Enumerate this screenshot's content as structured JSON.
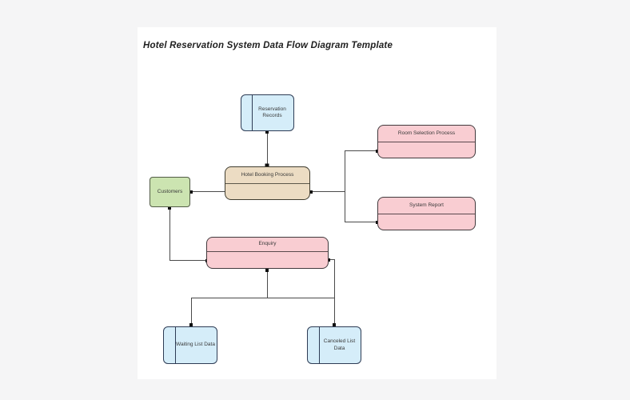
{
  "title": "Hotel Reservation System Data Flow Diagram Template",
  "page": {
    "background_color": "#f5f5f6",
    "canvas_color": "#ffffff",
    "connector_color": "#4a4a4a",
    "endpoint_marker_color": "#101010",
    "title_color": "#202020",
    "label_color": "#3a3a3a"
  },
  "diagram": {
    "nodes": [
      {
        "id": "reservation-records",
        "label": "Reservation Records",
        "shape": "data-store",
        "fill": "#d5edf9",
        "border": "#2e3c55"
      },
      {
        "id": "room-selection-process",
        "label": "Room Selection Process",
        "shape": "process",
        "fill": "#f9cdd2",
        "border": "#423a3d"
      },
      {
        "id": "hotel-booking-process",
        "label": "Hotel Booking Process",
        "shape": "process",
        "fill": "#ecdcc3",
        "border": "#403d30"
      },
      {
        "id": "customers",
        "label": "Customers",
        "shape": "external-entity",
        "fill": "#cce4b1",
        "border": "#525c46"
      },
      {
        "id": "system-report",
        "label": "System Report",
        "shape": "process",
        "fill": "#f9cdd2",
        "border": "#423a3d"
      },
      {
        "id": "enquiry",
        "label": "Enquiry",
        "shape": "process",
        "fill": "#f9cdd2",
        "border": "#423a3d"
      },
      {
        "id": "waiting-list-data",
        "label": "Waiting List Data",
        "shape": "data-store",
        "fill": "#d5edf9",
        "border": "#2e3c55"
      },
      {
        "id": "canceled-list-data",
        "label": "Canceled List Data",
        "shape": "data-store",
        "fill": "#d5edf9",
        "border": "#2e3c55"
      }
    ],
    "connections": [
      {
        "from": "reservation-records",
        "to": "hotel-booking-process"
      },
      {
        "from": "customers",
        "to": "hotel-booking-process"
      },
      {
        "from": "hotel-booking-process",
        "to": "room-selection-process"
      },
      {
        "from": "hotel-booking-process",
        "to": "system-report"
      },
      {
        "from": "customers",
        "to": "enquiry"
      },
      {
        "from": "enquiry",
        "to": "waiting-list-data"
      },
      {
        "from": "enquiry",
        "to": "canceled-list-data"
      }
    ]
  }
}
